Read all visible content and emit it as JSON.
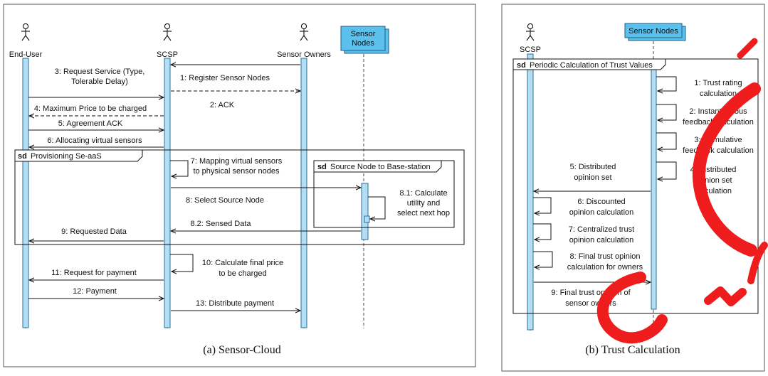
{
  "panel_a": {
    "caption": "(a) Sensor-Cloud",
    "actors": {
      "end_user": "End-User",
      "scsp": "SCSP",
      "sensor_owners": "Sensor Owners"
    },
    "sensor_nodes_box": [
      "Sensor",
      "Nodes"
    ],
    "frame_provisioning": {
      "sd": "sd",
      "title": "Provisioning Se-aaS"
    },
    "frame_source": {
      "sd": "sd",
      "title": "Source Node to Base-station"
    },
    "messages": {
      "m1": "1: Register Sensor Nodes",
      "m2": "2: ACK",
      "m3": [
        "3: Request Service (Type,",
        "Tolerable Delay)"
      ],
      "m4": "4: Maximum Price to be charged",
      "m5": "5: Agreement ACK",
      "m6": "6: Allocating virtual sensors",
      "m7": [
        "7: Mapping virtual sensors",
        "to physical sensor nodes"
      ],
      "m8": "8: Select Source Node",
      "m81": [
        "8.1: Calculate",
        "utility and",
        "select next hop"
      ],
      "m82": "8.2: Sensed Data",
      "m9": "9: Requested Data",
      "m10": [
        "10: Calculate final price",
        "to be charged"
      ],
      "m11": "11: Request for payment",
      "m12": "12: Payment",
      "m13": "13: Distribute payment"
    }
  },
  "panel_b": {
    "caption": "(b) Trust Calculation",
    "actor_scsp": "SCSP",
    "sensor_nodes_box": "Sensor Nodes",
    "frame": {
      "sd": "sd",
      "title": "Periodic Calculation of Trust Values"
    },
    "messages": {
      "m1": [
        "1: Trust rating",
        "calculation"
      ],
      "m2": [
        "2: Instantaneous",
        "feedback calculation"
      ],
      "m3": [
        "3: Cumulative",
        "feedback calculation"
      ],
      "m4": [
        "4: Distributed",
        "opinion set",
        "calculation"
      ],
      "m5": [
        "5: Distributed",
        "opinion set"
      ],
      "m6": [
        "6: Discounted",
        "opinion calculation"
      ],
      "m7": [
        "7: Centralized trust",
        "opinion calculation"
      ],
      "m8": [
        "8: Final trust opinion",
        "calculation for owners"
      ],
      "m9": [
        "9: Final trust opinion of",
        "sensor owners"
      ]
    }
  },
  "colors": {
    "lifeline_fill": "#b6def3",
    "lifeline_stroke": "#2a6f97",
    "node_box": "#5bc0eb",
    "watermark": "#ee1c1c"
  }
}
